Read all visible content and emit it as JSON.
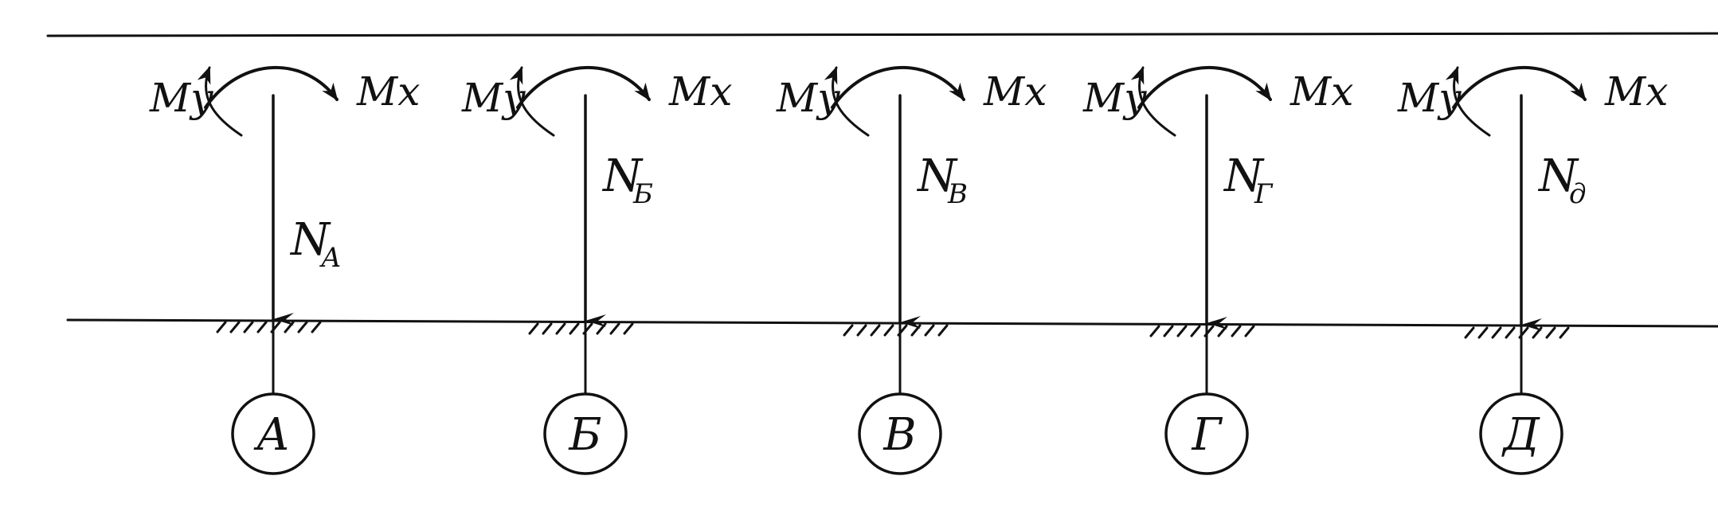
{
  "diagram": {
    "supports": [
      {
        "axis": "А",
        "force": "N",
        "force_sub": "А",
        "moment_y": "My",
        "moment_x": "Mx"
      },
      {
        "axis": "Б",
        "force": "N",
        "force_sub": "Б",
        "moment_y": "My",
        "moment_x": "Mx"
      },
      {
        "axis": "В",
        "force": "N",
        "force_sub": "В",
        "moment_y": "My",
        "moment_x": "Mx"
      },
      {
        "axis": "Г",
        "force": "N",
        "force_sub": "Г",
        "moment_y": "My",
        "moment_x": "Mx"
      },
      {
        "axis": "Д",
        "force": "N",
        "force_sub": "д",
        "moment_y": "My",
        "moment_x": "Mx"
      }
    ],
    "colors": {
      "ink": "#111111",
      "background": "#ffffff"
    }
  }
}
